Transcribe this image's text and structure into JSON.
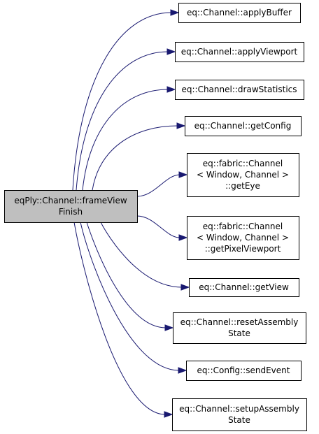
{
  "graph": {
    "source": {
      "lines": [
        "eqPly::Channel::frameView",
        "Finish"
      ]
    },
    "targets": [
      {
        "lines": [
          "eq::Channel::applyBuffer"
        ]
      },
      {
        "lines": [
          "eq::Channel::applyViewport"
        ]
      },
      {
        "lines": [
          "eq::Channel::drawStatistics"
        ]
      },
      {
        "lines": [
          "eq::Channel::getConfig"
        ]
      },
      {
        "lines": [
          "eq::fabric::Channel",
          "< Window, Channel >",
          "::getEye"
        ]
      },
      {
        "lines": [
          "eq::fabric::Channel",
          "< Window, Channel >",
          "::getPixelViewport"
        ]
      },
      {
        "lines": [
          "eq::Channel::getView"
        ]
      },
      {
        "lines": [
          "eq::Channel::resetAssembly",
          "State"
        ]
      },
      {
        "lines": [
          "eq::Config::sendEvent"
        ]
      },
      {
        "lines": [
          "eq::Channel::setupAssembly",
          "State"
        ]
      }
    ],
    "colors": {
      "edge": "#191970",
      "source_fill": "#bfbfbf",
      "node_fill": "#ffffff",
      "border": "#000000"
    }
  }
}
